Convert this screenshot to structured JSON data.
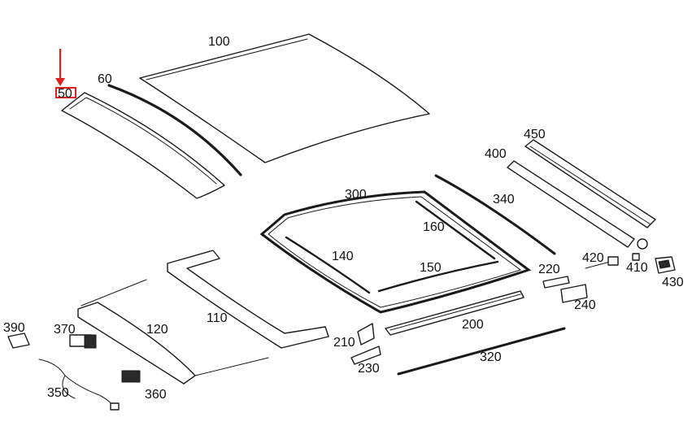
{
  "colors": {
    "highlight": "#e0201c",
    "line": "#1a1a1a",
    "background": "#ffffff"
  },
  "labels": {
    "p50": "50",
    "p60": "60",
    "p100": "100",
    "p110": "110",
    "p120": "120",
    "p140": "140",
    "p150": "150",
    "p160": "160",
    "p200": "200",
    "p210": "210",
    "p220": "220",
    "p230": "230",
    "p240": "240",
    "p300": "300",
    "p320": "320",
    "p340": "340",
    "p350": "350",
    "p360": "360",
    "p370": "370",
    "p390": "390",
    "p400": "400",
    "p410": "410",
    "p420": "420",
    "p430": "430",
    "p450": "450"
  },
  "highlighted_part": "50"
}
